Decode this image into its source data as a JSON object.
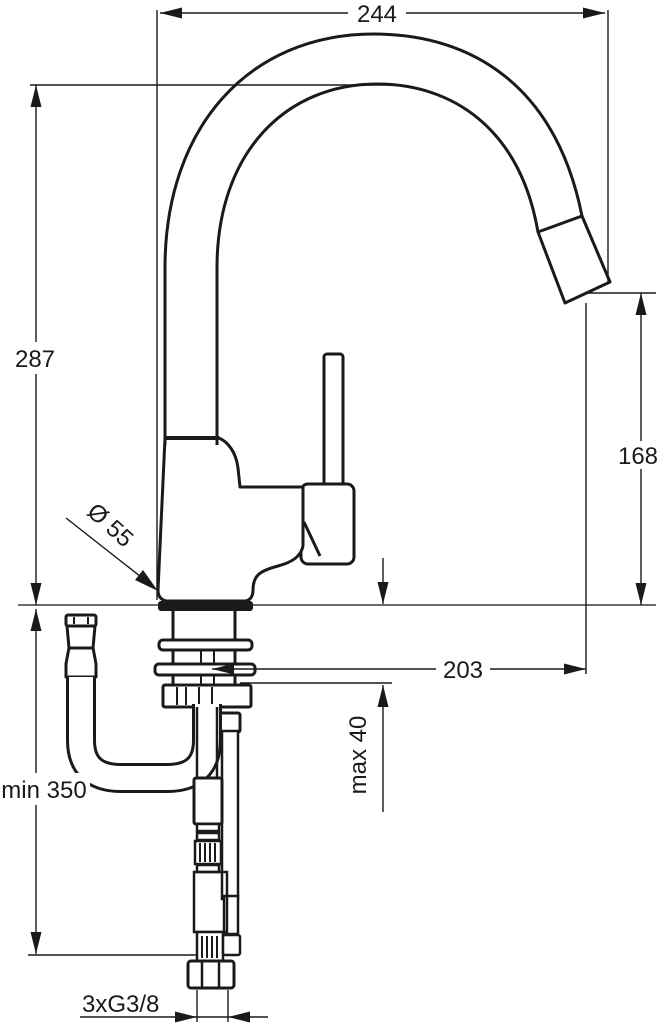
{
  "page": {
    "background": "#ffffff"
  },
  "drawing": {
    "subject": "kitchen mixer tap installation drawing",
    "ink_color": "#1a1a1a",
    "background_color": "#ffffff",
    "dimensions": {
      "spout_span": "244",
      "body_height": "287",
      "outlet_height": "168",
      "base_diameter": "Ø 55",
      "spout_reach": "203",
      "max_deck_thickness": "max 40",
      "min_clearance": "min 350",
      "supply_thread": "3xG3/8"
    }
  }
}
